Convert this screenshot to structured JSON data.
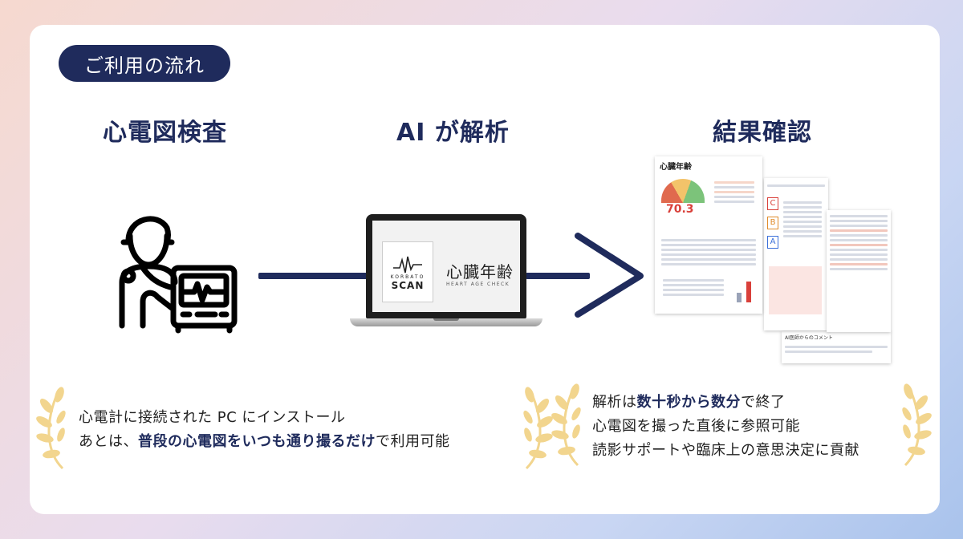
{
  "header": {
    "title": "ご利用の流れ"
  },
  "steps": [
    {
      "title": "心電図検査"
    },
    {
      "title": "AI が解析"
    },
    {
      "title": "結果確認"
    }
  ],
  "laptop": {
    "logo_top": "KORBATO",
    "logo_bottom": "SCAN",
    "product_name": "心臓年齢",
    "product_sub": "HEART AGE CHECK"
  },
  "report": {
    "title": "心臓年齢",
    "age_value": "70.3",
    "grades": [
      "C",
      "B",
      "A"
    ],
    "comment_title": "AI医師からのコメント"
  },
  "caption_left": {
    "line1": "心電計に接続された PC にインストール",
    "line2_pre": "あとは、",
    "line2_em": "普段の心電図をいつも通り撮るだけ",
    "line2_post": "で利用可能"
  },
  "caption_right": {
    "line1_pre": "解析は",
    "line1_em": "数十秒から数分",
    "line1_post": "で終了",
    "line2": "心電図を撮った直後に参照可能",
    "line3": "読影サポートや臨床上の意思決定に貢献"
  },
  "colors": {
    "navy": "#1f2b5c",
    "gold": "#f2d58e",
    "red": "#d9403a"
  }
}
